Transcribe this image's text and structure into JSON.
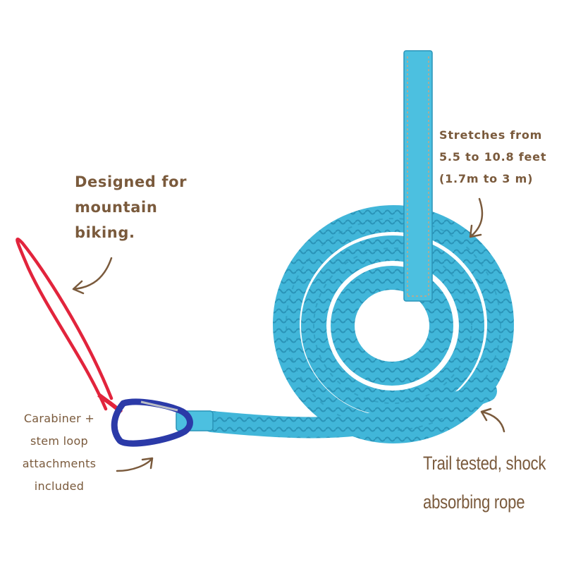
{
  "captions": {
    "design": [
      "Designed for",
      "mountain",
      "biking."
    ],
    "stretch": [
      "Stretches from",
      "5.5 to 10.8 feet",
      "(1.7m to 3 m)"
    ],
    "carabiner": [
      "Carabiner +",
      "stem loop",
      "attachments",
      "included"
    ],
    "trail": [
      "Trail tested, shock",
      "absorbing rope"
    ]
  },
  "colors": {
    "text": "#7a5a3c",
    "rope": "#41b6d9",
    "rope_dark": "#2a94b8",
    "strap": "#4cc0e0",
    "loop": "#e2243c",
    "carabiner": "#2b3aa8"
  },
  "icons": [
    "curved-arrow-icon",
    "curved-arrow-icon",
    "curved-arrow-icon",
    "curved-arrow-icon"
  ]
}
